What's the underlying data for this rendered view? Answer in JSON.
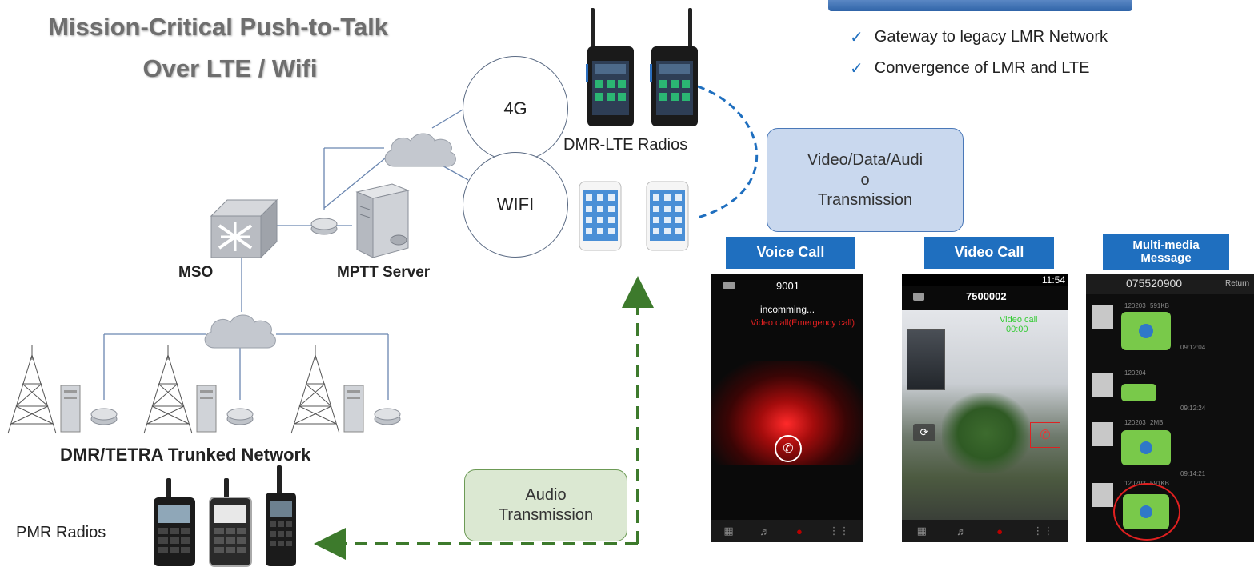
{
  "title": {
    "line1": "Mission-Critical Push-to-Talk",
    "line2": "Over LTE / Wifi"
  },
  "features": [
    {
      "icon": "check-icon",
      "text": "Gateway to legacy LMR Network"
    },
    {
      "icon": "check-icon",
      "text": "Convergence of LMR and LTE"
    }
  ],
  "network": {
    "circle_4g": "4G",
    "circle_wifi": "WIFI",
    "radios_label": "DMR-LTE Radios",
    "mso_label": "MSO",
    "server_label": "MPTT Server",
    "trunked_label": "DMR/TETRA Trunked Network",
    "pmr_label": "PMR Radios"
  },
  "callouts": {
    "video": {
      "line1": "Video/Data/Audi",
      "line2": "o",
      "line3": "Transmission"
    },
    "audio": {
      "line1": "Audio",
      "line2": "Transmission"
    }
  },
  "screens": {
    "voice": {
      "tab": "Voice Call",
      "number": "9001",
      "status": "incomming...",
      "sub": "Video call(Emergency call)"
    },
    "video": {
      "tab": "Video Call",
      "number": "7500002",
      "clock": "11:54",
      "status": "Video call",
      "sub": "00:00"
    },
    "message": {
      "tab_line1": "Multi-media",
      "tab_line2": "Message",
      "number": "075520900",
      "return": "Return",
      "items": [
        {
          "id": "120203",
          "size": "591KB",
          "time": "09:12:04"
        },
        {
          "id": "120204",
          "size": "",
          "time": "09:12:24"
        },
        {
          "id": "120203",
          "size": "2MB",
          "time": "09:14:21"
        },
        {
          "id": "120203",
          "size": "591KB",
          "time": ""
        }
      ]
    }
  },
  "colors": {
    "accent": "#1f6fbf",
    "video_callout": "#c9d8ee",
    "audio_callout": "#dbe8d2",
    "dash_blue": "#1f6fbf",
    "dash_green": "#3d7a2c"
  }
}
